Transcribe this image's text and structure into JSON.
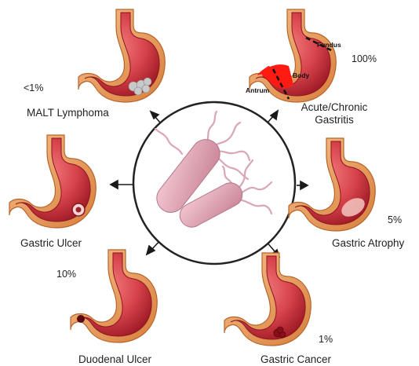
{
  "center": {
    "icon": "h-pylori-bacteria-icon"
  },
  "outcomes": {
    "malt_lymphoma": {
      "label": "MALT Lymphoma",
      "percent": "<1%"
    },
    "gastritis": {
      "label_line1": "Acute/Chronic",
      "label_line2": "Gastritis",
      "percent": "100%",
      "regions": {
        "fundus": "Fundus",
        "body": "Body",
        "antrum": "Antrum"
      }
    },
    "gastric_ulcer": {
      "label": "Gastric Ulcer",
      "percent": "10%"
    },
    "gastric_atrophy": {
      "label": "Gastric Atrophy",
      "percent": "5%"
    },
    "duodenal_ulcer": {
      "label": "Duodenal Ulcer"
    },
    "gastric_cancer": {
      "label": "Gastric Cancer",
      "percent": "1%"
    }
  },
  "colors": {
    "stomach_outer": "#e8a060",
    "stomach_inner": "#b51f2a",
    "stomach_mucosa": "#d94a4f",
    "antrum_red": "#ff1010",
    "arrow": "#1a1a1a",
    "bacteria": "#e2a7b6"
  }
}
